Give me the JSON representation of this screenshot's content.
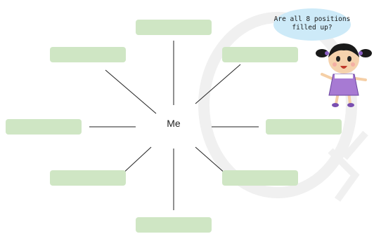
{
  "center": {
    "label": "Me"
  },
  "boxes": [
    {
      "label": ""
    },
    {
      "label": ""
    },
    {
      "label": ""
    },
    {
      "label": ""
    },
    {
      "label": ""
    },
    {
      "label": ""
    },
    {
      "label": ""
    },
    {
      "label": ""
    }
  ],
  "speech_bubble": {
    "line1": "Are all 8 positions",
    "line2": "filled up?"
  },
  "colors": {
    "box_fill": "#cfe6c4",
    "bubble_fill": "#cdeaf8",
    "line": "#222222"
  }
}
